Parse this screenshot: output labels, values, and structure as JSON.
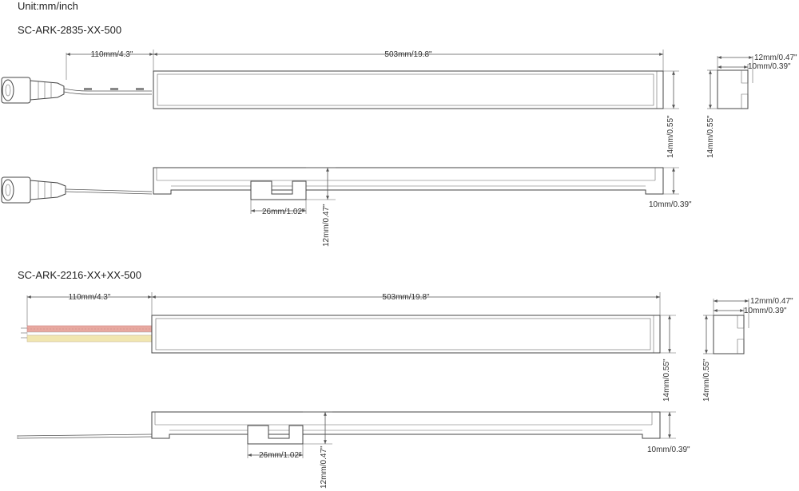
{
  "unit_label": "Unit:mm/inch",
  "sections": [
    {
      "model": "SC-ARK-2835-XX-500",
      "dims": {
        "cable_length": "110mm/4.3\"",
        "profile_length": "503mm/19.8\"",
        "width_outer": "12mm/0.47\"",
        "width_inner": "10mm/0.39\"",
        "height_front": "14mm/0.55\"",
        "height_side": "14mm/0.55\"",
        "clip_width": "26mm/1.02\"",
        "clip_height": "12mm/0.47\"",
        "depth_side": "10mm/0.39\""
      }
    },
    {
      "model": "SC-ARK-2216-XX+XX-500",
      "dims": {
        "cable_length": "110mm/4.3\"",
        "profile_length": "503mm/19.8\"",
        "width_outer": "12mm/0.47\"",
        "width_inner": "10mm/0.39\"",
        "height_front": "14mm/0.55\"",
        "height_side": "14mm/0.55\"",
        "clip_width": "26mm/1.02\"",
        "clip_height": "12mm/0.47\"",
        "depth_side": "10mm/0.39\""
      }
    }
  ],
  "colors": {
    "red_wire": "#e8a9a0",
    "yellow_wire": "#f1e6b0",
    "line": "#555555"
  }
}
